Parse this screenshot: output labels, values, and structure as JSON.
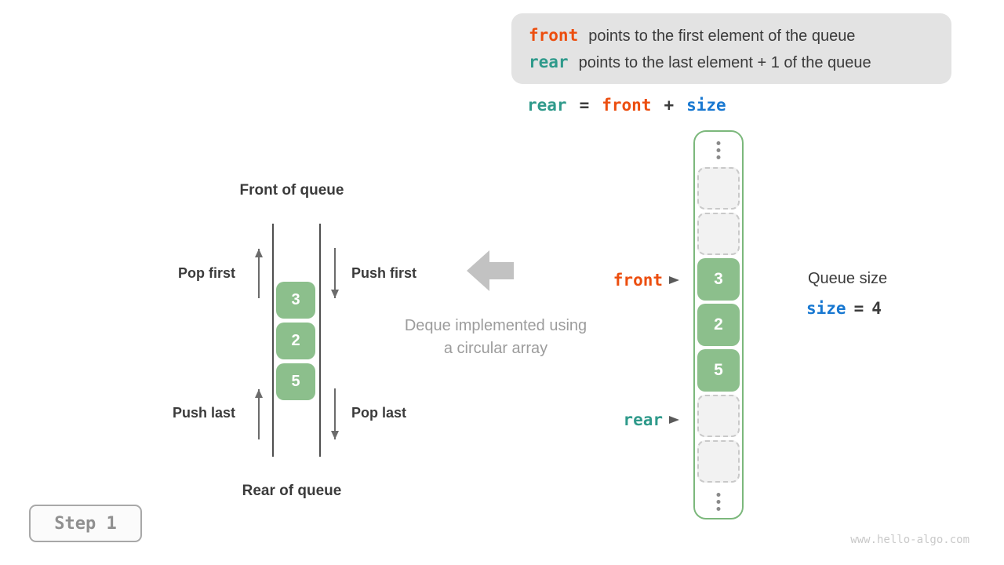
{
  "colors": {
    "front_orange": "#ec4e0f",
    "rear_teal": "#2f9a8b",
    "size_blue": "#1878d1",
    "cell_green": "#8cbf8c",
    "array_border_green": "#7cb87c",
    "legend_bg": "#e3e3e3",
    "muted_gray": "#9c9c9c"
  },
  "legend": {
    "lines": [
      {
        "keyword": "front",
        "text": "points to the first element of the queue"
      },
      {
        "keyword": "rear",
        "text": "points to the last element + 1 of the queue"
      }
    ]
  },
  "formula": {
    "rear": "rear",
    "equals": "=",
    "front": "front",
    "plus": "+",
    "size": "size"
  },
  "deque": {
    "front_of_queue": "Front of queue",
    "rear_of_queue": "Rear of queue",
    "pop_first": "Pop first",
    "push_first": "Push first",
    "push_last": "Push last",
    "pop_last": "Pop last",
    "values": [
      "3",
      "2",
      "5"
    ],
    "caption_line1": "Deque implemented using",
    "caption_line2": "a circular array"
  },
  "array": {
    "front_label": "front",
    "rear_label": "rear",
    "cells": [
      {
        "value": "",
        "state": "empty"
      },
      {
        "value": "",
        "state": "empty"
      },
      {
        "value": "3",
        "state": "filled",
        "pointer": "front"
      },
      {
        "value": "2",
        "state": "filled"
      },
      {
        "value": "5",
        "state": "filled"
      },
      {
        "value": "",
        "state": "empty",
        "pointer": "rear"
      },
      {
        "value": "",
        "state": "empty"
      }
    ]
  },
  "queue_size": {
    "title": "Queue size",
    "variable": "size",
    "equals": "=",
    "value": "4"
  },
  "step": {
    "label": "Step 1"
  },
  "watermark": "www.hello-algo.com"
}
